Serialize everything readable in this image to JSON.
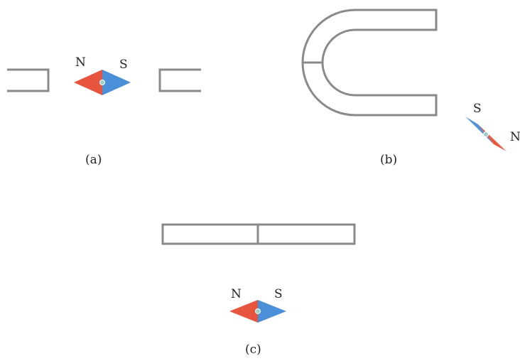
{
  "colors": {
    "magnet_outline": "#8a8a8a",
    "north_half": "#e8553f",
    "south_half": "#4a90d9",
    "pivot": "#9ad0c8",
    "text": "#222222"
  },
  "panels": [
    {
      "caption": "(a)",
      "magnet": "two bar magnet ends facing each other",
      "needle": {
        "north_label": "N",
        "south_label": "S",
        "north_pointing": "left"
      }
    },
    {
      "caption": "(b)",
      "magnet": "horseshoe magnet opening to the right",
      "needle": {
        "north_label": "N",
        "south_label": "S",
        "north_pointing": "lower-right"
      }
    },
    {
      "caption": "(c)",
      "magnet": "bar magnet divided into two halves",
      "needle": {
        "north_label": "N",
        "south_label": "S",
        "north_pointing": "left"
      }
    }
  ]
}
